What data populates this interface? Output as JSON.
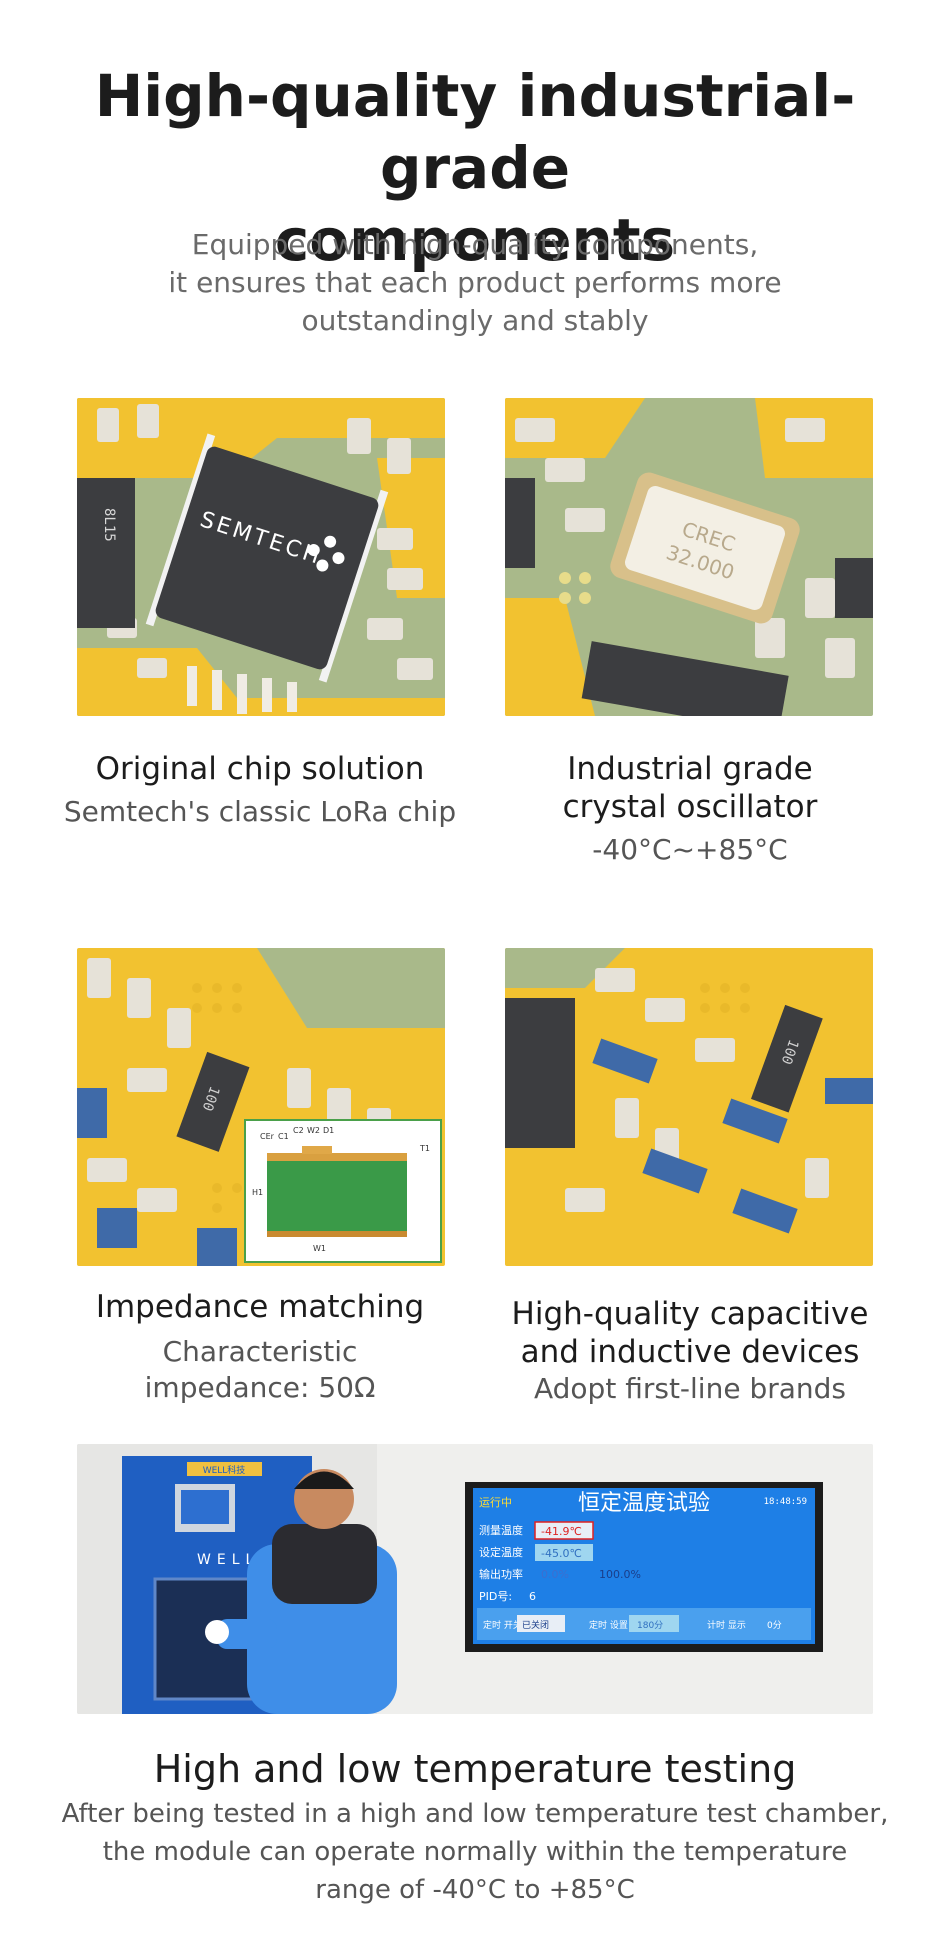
{
  "header": {
    "title_line1": "High-quality industrial-grade",
    "title_line2": "components",
    "lead_line1": "Equipped with high-quality components,",
    "lead_line2": "it ensures that each product performs more",
    "lead_line3": "outstandingly and stably"
  },
  "features": [
    {
      "title_line1": "Original chip solution",
      "subtitle_line1": "Semtech's classic LoRa chip"
    },
    {
      "title_line1": "Industrial grade",
      "title_line2": "crystal oscillator",
      "subtitle_line1": "-40°C~+85°C"
    },
    {
      "title_line1": "Impedance matching",
      "subtitle_line1": "Characteristic",
      "subtitle_line2": "impedance: 50Ω"
    },
    {
      "title_line1": "High-quality capacitive",
      "title_line2": "and inductive devices",
      "subtitle_line1": "Adopt first-line brands"
    }
  ],
  "images": {
    "chip_brand": "SEMTECH",
    "side_marking": "8L15",
    "crystal_line1": "CREC",
    "crystal_line2": "32.000",
    "ic_marking": "100",
    "ic_marking2": "100",
    "diagram_labels": [
      "CEr",
      "C1",
      "C2",
      "W2",
      "D1",
      "T1",
      "H1",
      "W1"
    ],
    "chamber_brand": "WELL",
    "chamber_top_label": "WELL科技",
    "screen": {
      "status": "运行中",
      "title": "恒定温度试验",
      "time": "18:48:59",
      "rows": [
        {
          "label": "测量温度",
          "value": "-41.9℃"
        },
        {
          "label": "设定温度",
          "value": "-45.0℃"
        },
        {
          "label": "输出功率",
          "value": "0.0%",
          "extra": "100.0%"
        },
        {
          "label": "PID号:",
          "value": "6"
        }
      ],
      "bottom": {
        "timer_switch": "定时\n开关",
        "timer_state": "已关闭",
        "timer_setting": "定时\n设置",
        "timer_value": "180分",
        "timer_display": "计时\n显示",
        "elapsed": "0分"
      }
    }
  },
  "testing": {
    "title": "High and low temperature testing",
    "line1": "After being tested in a high and low temperature test chamber,",
    "line2": "the module can operate normally within the temperature",
    "line3": "range of -40°C to +85°C"
  },
  "colors": {
    "pcb_yellow": "#f2c230",
    "pcb_green": "#a9b98a",
    "ic_dark": "#3c3d40",
    "screen_blue": "#1e7fe6",
    "chamber_blue": "#1f5fc2"
  }
}
